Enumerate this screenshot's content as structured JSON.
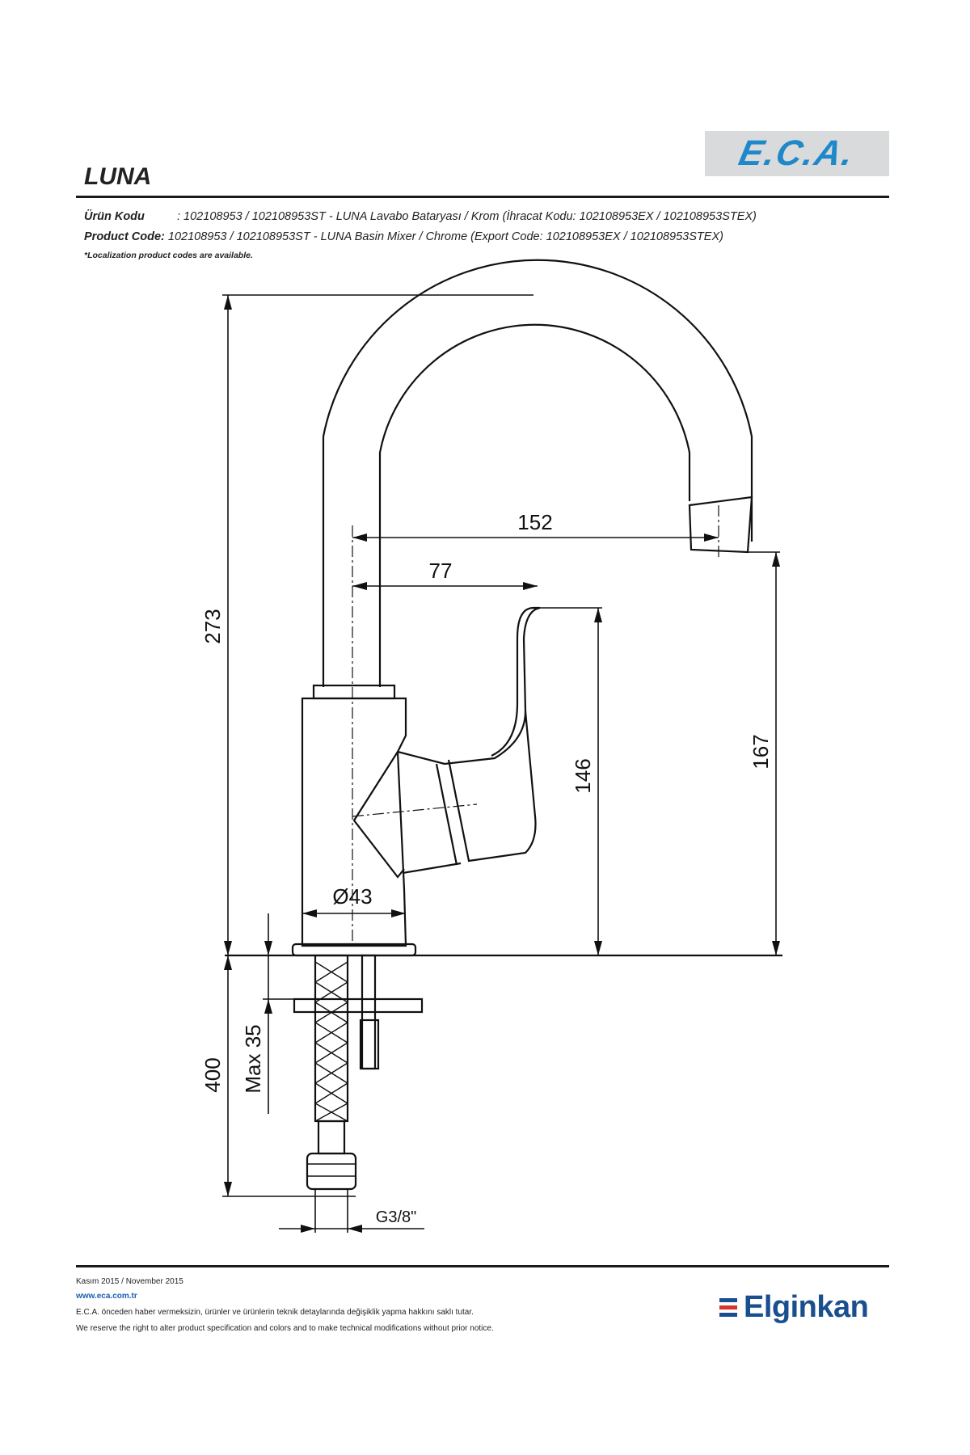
{
  "brand": {
    "logo_text": "E.C.A.",
    "logo_bg": "#d9dadb",
    "logo_color": "#1e88c8"
  },
  "title": "LUNA",
  "codes": {
    "tr_label": "Ürün Kodu",
    "tr_value": ": 102108953 / 102108953ST - LUNA Lavabo Bataryası / Krom (İhracat Kodu: 102108953EX / 102108953STEX)",
    "en_label": "Product Code:",
    "en_value": " 102108953 / 102108953ST - LUNA Basin Mixer / Chrome (Export Code: 102108953EX / 102108953STEX)",
    "note": "*Localization product codes are available."
  },
  "dimensions": {
    "total_height": "273",
    "spout_reach": "152",
    "handle_reach": "77",
    "handle_height": "146",
    "spout_height": "167",
    "body_diameter": "Ø43",
    "hose_length": "400",
    "max_thickness": "Max 35",
    "thread": "G3/8\""
  },
  "footer": {
    "date": "Kasım 2015 / November 2015",
    "url": "www.eca.com.tr",
    "disclaimer_tr": "E.C.A. önceden haber vermeksizin, ürünler ve ürünlerin teknik detaylarında değişiklik yapma hakkını saklı tutar.",
    "disclaimer_en": "We reserve the right to alter product specification and colors and to make technical modifications without prior notice."
  },
  "partner": {
    "logo_text": "Elginkan",
    "text_color": "#1a4f8f",
    "bar_colors": [
      "#1a4f8f",
      "#d8332a",
      "#1a4f8f"
    ]
  }
}
